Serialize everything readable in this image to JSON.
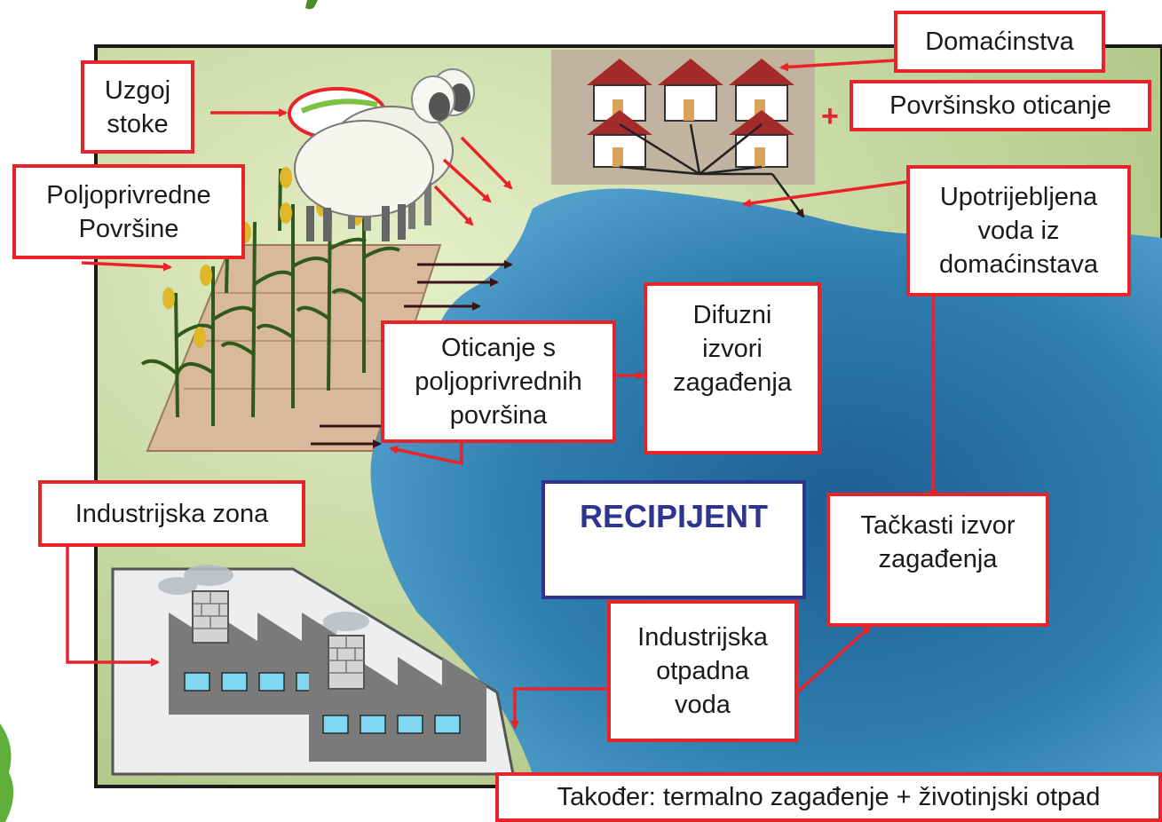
{
  "labels": {
    "uzgoj_stoke": "Uzgoj\nstoke",
    "poljoprivredne_povrsine": "Poljoprivredne\nPovršine",
    "domacinstva": "Domaćinstva",
    "povrsinsko_oticanje": "Površinsko oticanje",
    "plus": "+",
    "upotrijebljena_voda": "Upotrijebljena\nvoda iz\ndomaćinstava",
    "difuzni_izvori": "Difuzni\nizvori\nzagađenja",
    "oticanje_poljoprivrednih": "Oticanje s\npoljoprivrednih\npovršina",
    "industrijska_zona": "Industrijska zona",
    "recipijent": "RECIPIJENT",
    "tackasti_izvor": "Tačkasti izvor\nzagađenja",
    "industrijska_otpadna_voda": "Industrijska\notpadna\nvoda",
    "takoder": "Također: termalno zagađenje + životinjski otpad"
  },
  "colors": {
    "label_border": "#e8242a",
    "arrow_red": "#e8242a",
    "arrow_dark": "#4a1c1c",
    "land": "#c7d9a0",
    "water": "#2f7fb0",
    "recipient_text": "#2e3590",
    "village_bg": "#c2b3a0",
    "field": "#d9b99b",
    "factory": "#7a7a7a"
  },
  "icons": [
    "sheep-icon",
    "corn-plant-icon",
    "house-icon",
    "factory-icon",
    "chimney-icon",
    "smoke-icon"
  ]
}
